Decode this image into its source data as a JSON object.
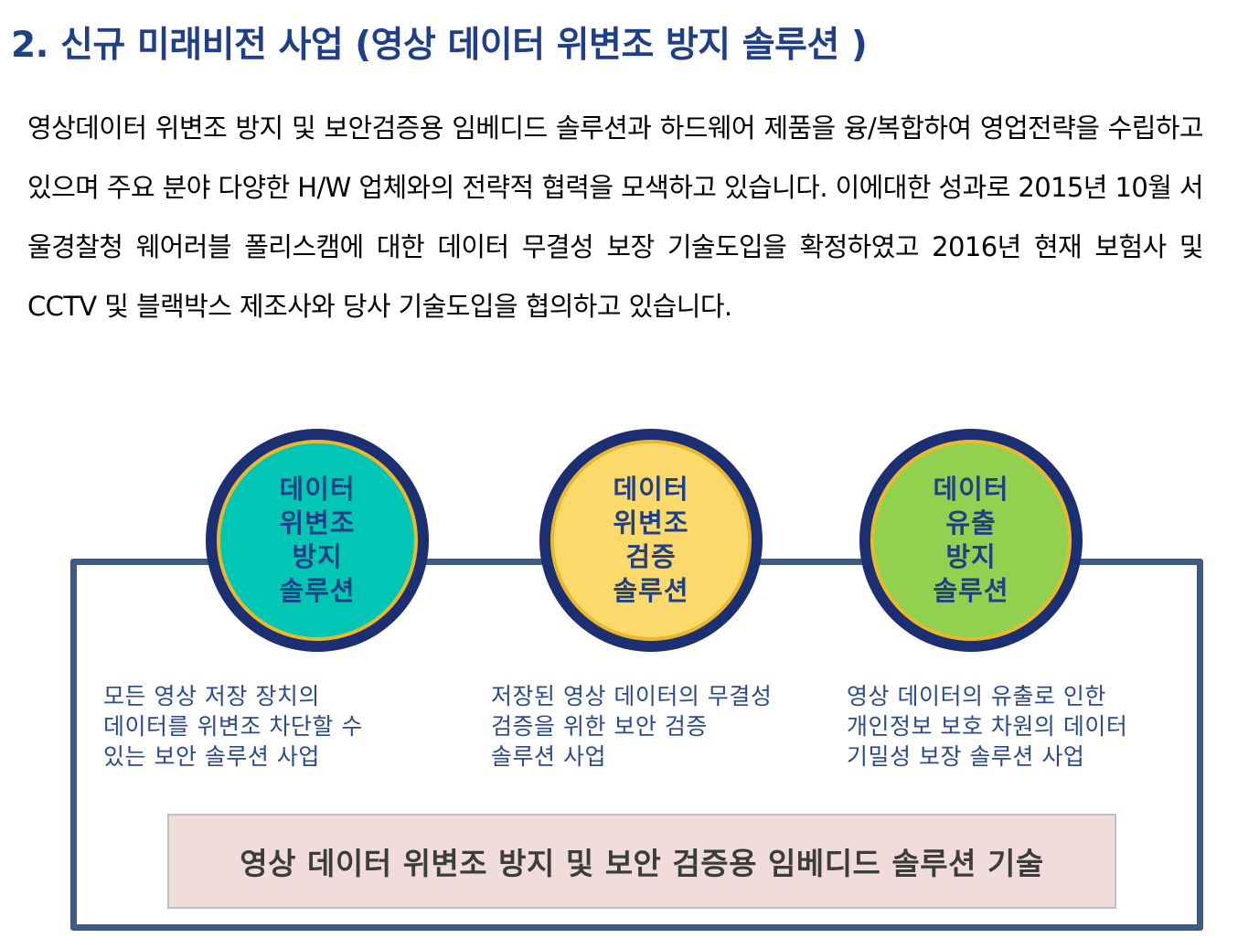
{
  "title": "2. 신규 미래비전 사업 (영상 데이터 위변조 방지 솔루션 )",
  "intro": "영상데이터 위변조 방지 및 보안검증용 임베디드 솔루션과 하드웨어 제품을 융/복합하여 영업전략을 수립하고 있으며 주요 분야 다양한 H/W 업체와의 전략적 협력을 모색하고 있습니다. 이에대한 성과로 2015년 10월 서울경찰청 웨어러블 폴리스캠에 대한 데이터 무결성 보장 기술도입을 확정하였고 2016년 현재 보험사 및 CCTV 및 블랙박스 제조사와 당사 기술도입을 협의하고 있습니다.",
  "circles": [
    {
      "lines": [
        "데이터",
        "위변조",
        "방지",
        "솔루션"
      ],
      "color": "#00c6b5"
    },
    {
      "lines": [
        "데이터",
        "위변조",
        "검증",
        "솔루션"
      ],
      "color": "#fcd96b"
    },
    {
      "lines": [
        "데이터",
        "유출",
        "방지",
        "솔루션"
      ],
      "color": "#92d050"
    }
  ],
  "descriptions": [
    {
      "lines": [
        "모든 영상 저장 장치의",
        "데이터를 위변조 차단할 수",
        "있는 보안 솔루션 사업"
      ]
    },
    {
      "lines": [
        "저장된 영상 데이터의 무결성",
        "검증을 위한 보안 검증",
        "솔루션 사업"
      ]
    },
    {
      "lines": [
        "영상 데이터의 유출로 인한",
        "개인정보 보호 차원의 데이터",
        "기밀성 보장 솔루션 사업"
      ]
    }
  ],
  "banner": "영상 데이터 위변조 방지 및 보안 검증용 임베디드 솔루션 기술",
  "colors": {
    "title": "#1f3f86",
    "frame_border": "#3e5a87",
    "circle_outer": "#1b2f72",
    "circle_ring": "#e9b92a",
    "banner_bg": "#f1dcdc"
  }
}
